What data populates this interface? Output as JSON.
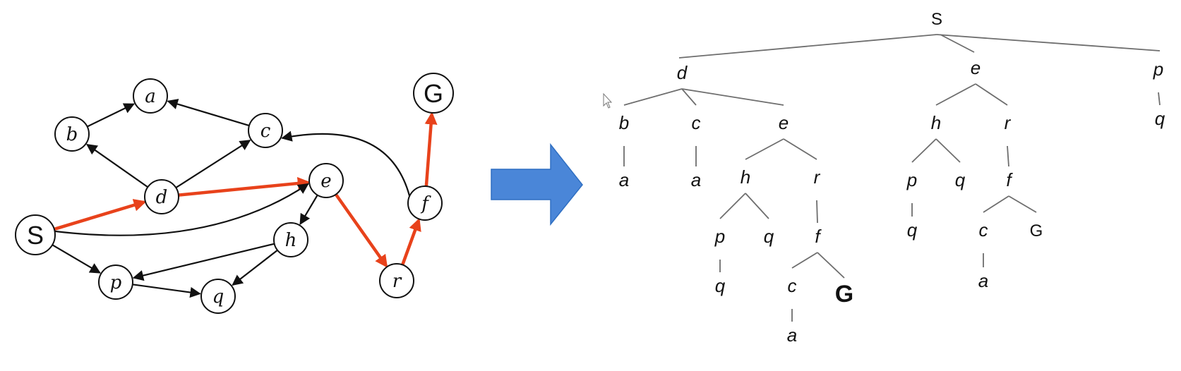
{
  "colors": {
    "path_red": "#e8421b",
    "arrow_blue": "#4a86d8",
    "tree_line": "#6e6e6e",
    "goal_red": "#d9351c",
    "ink": "#111111"
  },
  "graph": {
    "nodes": [
      {
        "id": "S",
        "label": "S"
      },
      {
        "id": "a",
        "label": "a"
      },
      {
        "id": "b",
        "label": "b"
      },
      {
        "id": "c",
        "label": "c"
      },
      {
        "id": "d",
        "label": "d"
      },
      {
        "id": "e",
        "label": "e"
      },
      {
        "id": "f",
        "label": "f"
      },
      {
        "id": "G",
        "label": "G"
      },
      {
        "id": "h",
        "label": "h"
      },
      {
        "id": "p",
        "label": "p"
      },
      {
        "id": "q",
        "label": "q"
      },
      {
        "id": "r",
        "label": "r"
      }
    ],
    "edges": [
      {
        "from": "S",
        "to": "d",
        "highlight": true
      },
      {
        "from": "d",
        "to": "e",
        "highlight": true
      },
      {
        "from": "e",
        "to": "r",
        "highlight": true
      },
      {
        "from": "r",
        "to": "f",
        "highlight": true
      },
      {
        "from": "f",
        "to": "G",
        "highlight": true
      },
      {
        "from": "b",
        "to": "a",
        "highlight": false
      },
      {
        "from": "c",
        "to": "a",
        "highlight": false
      },
      {
        "from": "d",
        "to": "b",
        "highlight": false
      },
      {
        "from": "d",
        "to": "c",
        "highlight": false
      },
      {
        "from": "f",
        "to": "c",
        "highlight": false
      },
      {
        "from": "S",
        "to": "e",
        "highlight": false
      },
      {
        "from": "e",
        "to": "h",
        "highlight": false
      },
      {
        "from": "S",
        "to": "p",
        "highlight": false
      },
      {
        "from": "h",
        "to": "p",
        "highlight": false
      },
      {
        "from": "h",
        "to": "q",
        "highlight": false
      },
      {
        "from": "p",
        "to": "q",
        "highlight": false
      }
    ]
  },
  "transform_arrow": {
    "icon": "right-arrow-icon"
  },
  "search_tree": {
    "nodes": [
      {
        "id": "t_S",
        "label": "S",
        "style": "upright"
      },
      {
        "id": "t_d",
        "label": "d"
      },
      {
        "id": "t_e1",
        "label": "e"
      },
      {
        "id": "t_p1",
        "label": "p"
      },
      {
        "id": "t_b",
        "label": "b"
      },
      {
        "id": "t_c1",
        "label": "c"
      },
      {
        "id": "t_e2",
        "label": "e"
      },
      {
        "id": "t_h1",
        "label": "h"
      },
      {
        "id": "t_r1",
        "label": "r"
      },
      {
        "id": "t_q1",
        "label": "q"
      },
      {
        "id": "t_a1",
        "label": "a"
      },
      {
        "id": "t_a2",
        "label": "a"
      },
      {
        "id": "t_h2",
        "label": "h"
      },
      {
        "id": "t_r2",
        "label": "r"
      },
      {
        "id": "t_p2",
        "label": "p"
      },
      {
        "id": "t_q2",
        "label": "q"
      },
      {
        "id": "t_f1",
        "label": "f"
      },
      {
        "id": "t_p3",
        "label": "p"
      },
      {
        "id": "t_q3",
        "label": "q"
      },
      {
        "id": "t_f2",
        "label": "f"
      },
      {
        "id": "t_q4",
        "label": "q"
      },
      {
        "id": "t_c2",
        "label": "c"
      },
      {
        "id": "t_G1",
        "label": "G",
        "style": "upright"
      },
      {
        "id": "t_q5",
        "label": "q"
      },
      {
        "id": "t_c3",
        "label": "c"
      },
      {
        "id": "t_G2",
        "label": "G",
        "style": "goal"
      },
      {
        "id": "t_a3",
        "label": "a"
      },
      {
        "id": "t_a4",
        "label": "a"
      }
    ],
    "edges": [
      [
        "t_S",
        "t_d"
      ],
      [
        "t_S",
        "t_e1"
      ],
      [
        "t_S",
        "t_p1"
      ],
      [
        "t_d",
        "t_b"
      ],
      [
        "t_d",
        "t_c1"
      ],
      [
        "t_d",
        "t_e2"
      ],
      [
        "t_b",
        "t_a1"
      ],
      [
        "t_c1",
        "t_a2"
      ],
      [
        "t_e2",
        "t_h2"
      ],
      [
        "t_e2",
        "t_r2"
      ],
      [
        "t_h2",
        "t_p3"
      ],
      [
        "t_h2",
        "t_q3"
      ],
      [
        "t_p3",
        "t_q5"
      ],
      [
        "t_r2",
        "t_f2"
      ],
      [
        "t_f2",
        "t_c3"
      ],
      [
        "t_f2",
        "t_G2"
      ],
      [
        "t_c3",
        "t_a4"
      ],
      [
        "t_e1",
        "t_h1"
      ],
      [
        "t_e1",
        "t_r1"
      ],
      [
        "t_h1",
        "t_p2"
      ],
      [
        "t_h1",
        "t_q2"
      ],
      [
        "t_p2",
        "t_q4"
      ],
      [
        "t_r1",
        "t_f1"
      ],
      [
        "t_f1",
        "t_c2"
      ],
      [
        "t_f1",
        "t_G1"
      ],
      [
        "t_c2",
        "t_a3"
      ],
      [
        "t_p1",
        "t_q1"
      ]
    ]
  }
}
